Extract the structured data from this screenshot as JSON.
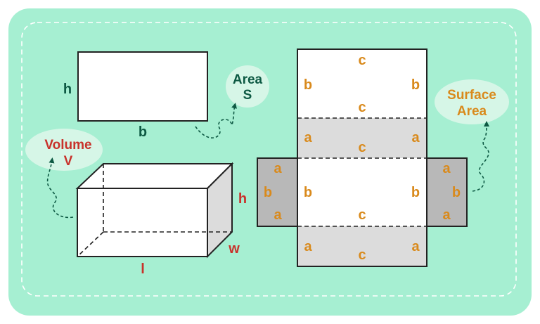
{
  "colors": {
    "background": "#a6efd2",
    "bubble": "#d6f6e7",
    "dark_green": "#0d5943",
    "red": "#c8322b",
    "orange": "#d98a1c",
    "gray_face": "#dcdcdc",
    "side_gray": "#b8b8b8",
    "line": "#222222"
  },
  "rectangle": {
    "height_label": "h",
    "base_label": "b",
    "bubble_line1": "Area",
    "bubble_line2": "S"
  },
  "box": {
    "bubble_line1": "Volume",
    "bubble_line2": "V",
    "height_label": "h",
    "width_label": "w",
    "length_label": "l"
  },
  "net": {
    "bubble_line1": "Surface",
    "bubble_line2": "Area",
    "top_face": {
      "top": "c",
      "left": "b",
      "right": "b",
      "bottom": "c"
    },
    "upper_face": {
      "left": "a",
      "right": "a",
      "center": "c"
    },
    "middle_face": {
      "left": "b",
      "right": "b",
      "center": "c"
    },
    "lower_face": {
      "left": "a",
      "right": "a",
      "center": "c"
    },
    "left_flap": {
      "top": "a",
      "middle": "b",
      "bottom": "a"
    },
    "right_flap": {
      "top": "a",
      "middle": "b",
      "bottom": "a"
    }
  }
}
